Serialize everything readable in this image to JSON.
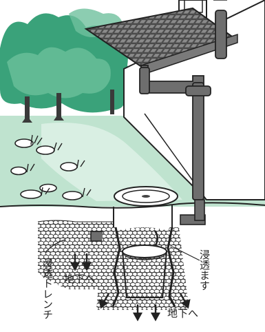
{
  "labels": {
    "infiltration_basin": "浸透ます",
    "infiltration_trench": "浸透トレンチ",
    "to_ground_left": "地下へ",
    "to_ground_right": "地下へ"
  },
  "colors": {
    "sky": "#ffffff",
    "tree_dark": "#3aa27a",
    "tree_light": "#6fc19e",
    "lawn": "#bfe3cf",
    "lawn_light": "#d9efe3",
    "house": "#ffffff",
    "roof": "#4c4c4c",
    "pipe": "#6e6e6e",
    "outline": "#222222",
    "soil": "#ffffff",
    "gravel": "#ffffff"
  },
  "icons": [
    "tree-icon",
    "rock-icon",
    "grass-tuft-icon",
    "manhole-cover-icon",
    "down-arrow-icon"
  ]
}
